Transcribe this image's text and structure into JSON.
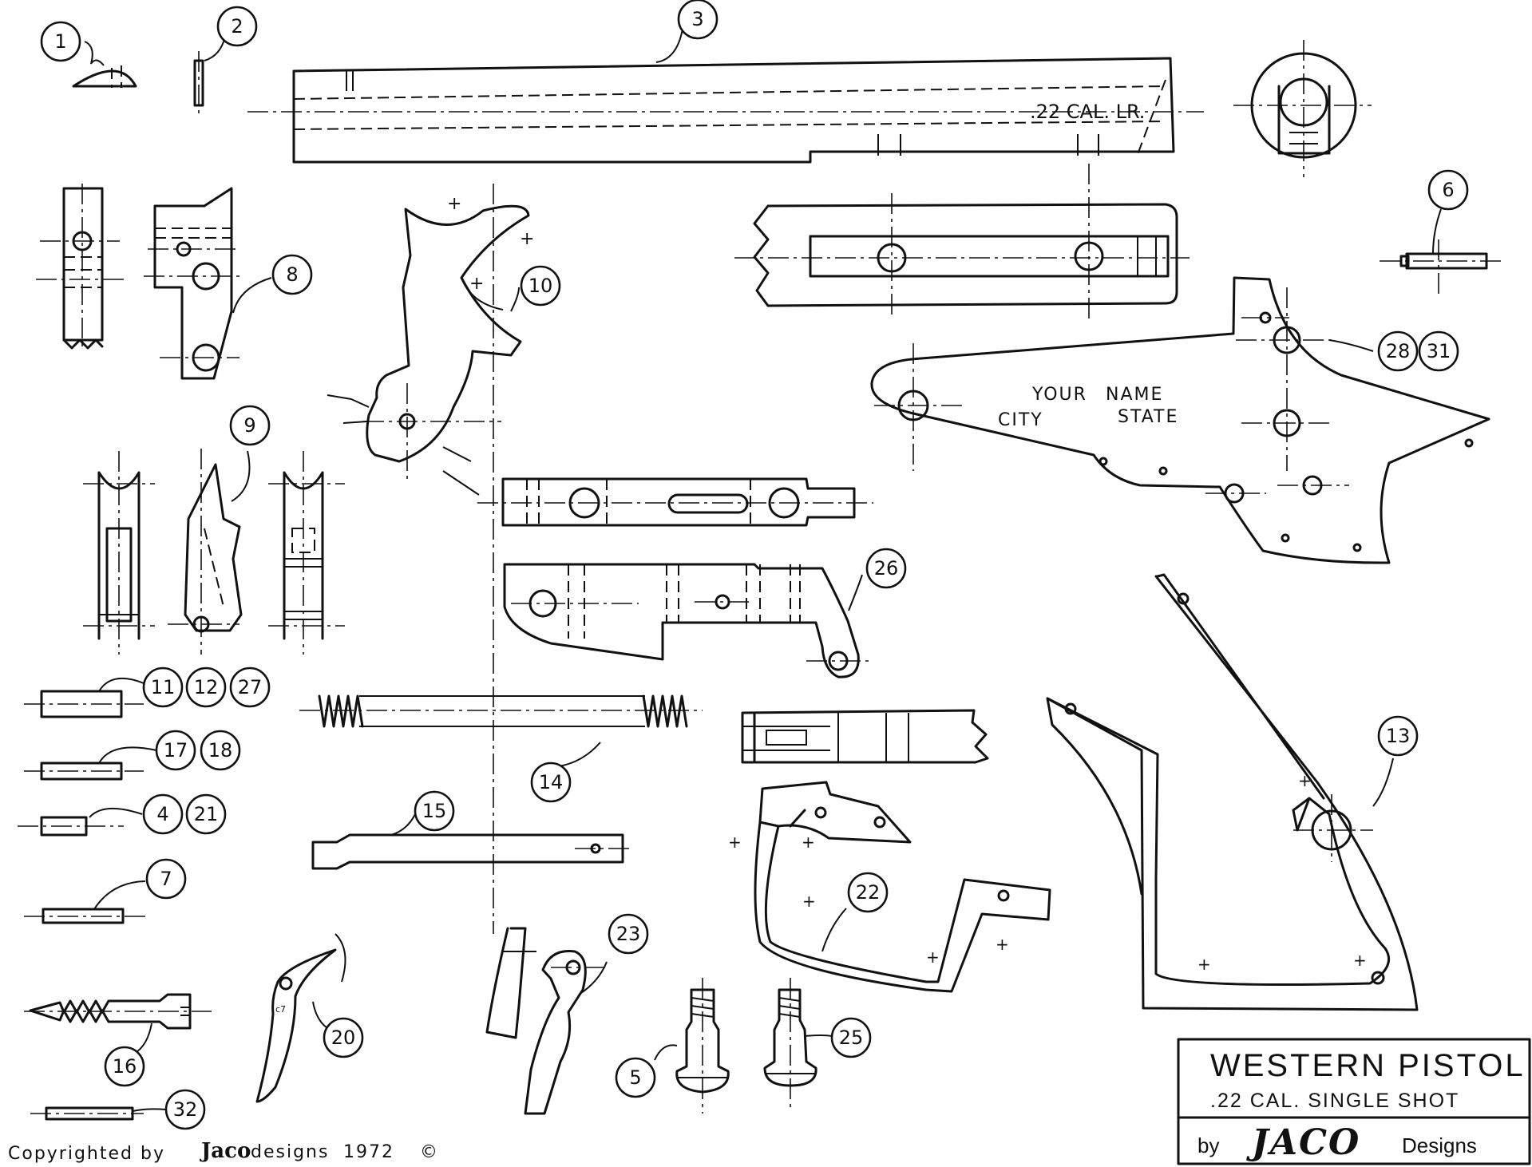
{
  "title_block": {
    "title": "WESTERN PISTOL",
    "subtitle": ".22 CAL. SINGLE SHOT",
    "by": "by",
    "brand": "JACO",
    "designs": "Designs"
  },
  "copyright": {
    "prefix": "Copyrighted  by",
    "brand": "Jaco",
    "designs": "designs",
    "year": "1972",
    "symbol": "©"
  },
  "barrel_marking": ".22 CAL. LR.",
  "frame_engraving": {
    "line1_left": "YOUR",
    "line1_right": "NAME",
    "line2_left": "CITY",
    "line2_right": "STATE"
  },
  "callouts": [
    "1",
    "2",
    "3",
    "6",
    "8",
    "10",
    "28",
    "31",
    "9",
    "26",
    "11",
    "12",
    "27",
    "17",
    "18",
    "14",
    "13",
    "4",
    "21",
    "15",
    "7",
    "22",
    "23",
    "16",
    "20",
    "5",
    "25",
    "32"
  ]
}
